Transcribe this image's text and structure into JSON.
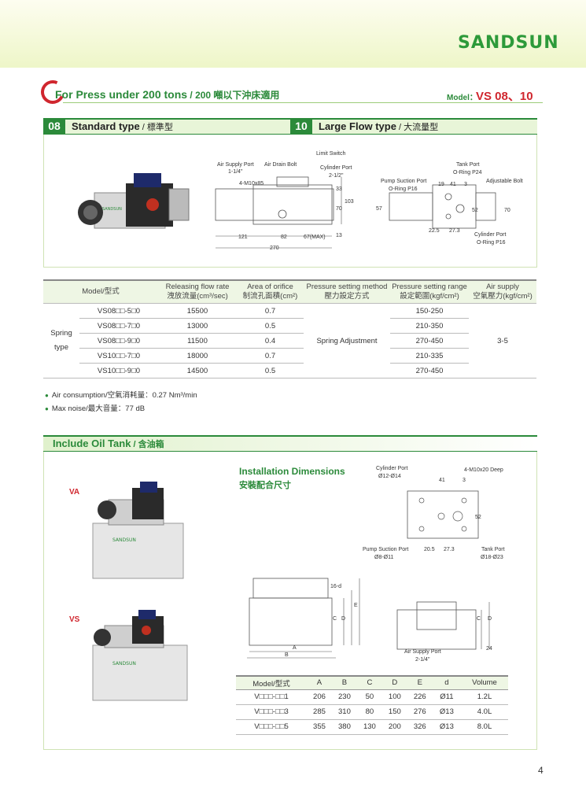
{
  "brand": {
    "logo": "SANDSUN"
  },
  "header": {
    "title_en": "For Press under 200 tons",
    "title_cn": " / 200 噸以下沖床適用",
    "model_label": "Model：",
    "model_value": "VS 08、10"
  },
  "sec08": {
    "num": "08",
    "title": "Standard type",
    "title_cn": " / 標準型"
  },
  "sec10": {
    "num": "10",
    "title": "Large Flow type",
    "title_cn": " / 大流量型"
  },
  "diag08": {
    "air_supply": "Air Supply Port",
    "air_supply_size": "1-1/4\"",
    "air_drain": "Air Drain Bolt",
    "limit_switch": "Limit Switch",
    "cyl_port": "Cylinder Port",
    "cyl_size": "2-1/2\"",
    "bolt": "4-M10x85",
    "d33": "33",
    "d70": "70",
    "d103": "103",
    "d13": "13",
    "d121": "121",
    "d82": "82",
    "d67": "67(MAX)",
    "d270": "270"
  },
  "diag10": {
    "tank_port": "Tank Port",
    "tank_oring": "O-Ring P24",
    "pump_suction": "Pump Suction Port",
    "pump_oring": "O-Ring P16",
    "adj_bolt": "Adjustable Bolt",
    "d19": "19",
    "d41": "41",
    "d3": "3",
    "d57": "57",
    "d52": "52",
    "d70": "70",
    "d225": "22.5",
    "d273": "27.3",
    "cyl_port": "Cylinder Port",
    "cyl_oring": "O-Ring P16"
  },
  "spec_table": {
    "headers": [
      "Model/型式",
      "Releasing flow rate\n洩放流量(cm³/sec)",
      "Area of orifice\n制流孔面積(cm²)",
      "Pressure setting method\n壓力設定方式",
      "Pressure setting range\n設定範圍(kgf/cm²)",
      "Air supply\n空氣壓力(kgf/cm²)"
    ],
    "h0": "Model/型式",
    "h1a": "Releasing flow rate",
    "h1b": "洩放流量(cm³/sec)",
    "h2a": "Area of orifice",
    "h2b": "制流孔面積(cm²)",
    "h3a": "Pressure setting method",
    "h3b": "壓力設定方式",
    "h4a": "Pressure setting range",
    "h4b": "設定範圍(kgf/cm²)",
    "h5a": "Air supply",
    "h5b": "空氣壓力(kgf/cm²)",
    "group_a": "Spring",
    "group_b": "type",
    "method": "Spring Adjustment",
    "air": "3-5",
    "rows": [
      {
        "model": "VS08□□-5□0",
        "flow": "15500",
        "area": "0.7",
        "range": "150-250"
      },
      {
        "model": "VS08□□-7□0",
        "flow": "13000",
        "area": "0.5",
        "range": "210-350"
      },
      {
        "model": "VS08□□-9□0",
        "flow": "11500",
        "area": "0.4",
        "range": "270-450"
      },
      {
        "model": "VS10□□-7□0",
        "flow": "18000",
        "area": "0.7",
        "range": "210-335"
      },
      {
        "model": "VS10□□-9□0",
        "flow": "14500",
        "area": "0.5",
        "range": "270-450"
      }
    ]
  },
  "notes": {
    "air": "Air consumption/空氣消耗量：0.27 Nm³/min",
    "noise": "Max noise/最大音量：77 dB"
  },
  "oil": {
    "title": "Include Oil Tank",
    "title_cn": " / 含油箱",
    "va": "VA",
    "vs": "VS",
    "inst_en": "Installation Dimensions",
    "inst_cn": "安裝配合尺寸",
    "cyl_port": "Cylinder Port",
    "cyl_dia": "Ø12-Ø14",
    "bolts": "4-M10x20 Deep",
    "d41": "41",
    "d3": "3",
    "d52": "52",
    "pump": "Pump Suction Port",
    "pump_dia": "Ø8-Ø11",
    "d205": "20.5",
    "d273": "27.3",
    "tank": "Tank Port",
    "tank_dia": "Ø18-Ø23",
    "d16": "16-d",
    "dA": "A",
    "dB": "B",
    "dC": "C",
    "dD": "D",
    "dE": "E",
    "air_port": "Air Supply Port",
    "air_size": "2-1/4\"",
    "d24": "24"
  },
  "vol_table": {
    "headers": [
      "Model/型式",
      "A",
      "B",
      "C",
      "D",
      "E",
      "d",
      "Volume"
    ],
    "rows": [
      [
        "V□□□-□□1",
        "206",
        "230",
        "50",
        "100",
        "226",
        "Ø11",
        "1.2L"
      ],
      [
        "V□□□-□□3",
        "285",
        "310",
        "80",
        "150",
        "276",
        "Ø13",
        "4.0L"
      ],
      [
        "V□□□-□□5",
        "355",
        "380",
        "130",
        "200",
        "326",
        "Ø13",
        "8.0L"
      ]
    ]
  },
  "page": "4"
}
